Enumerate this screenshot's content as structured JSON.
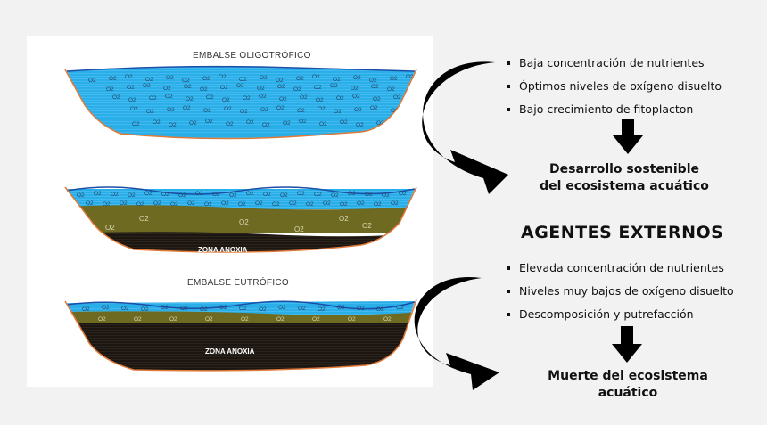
{
  "basins": {
    "oligo_title": "EMBALSE OLIGOTRÓFICO",
    "eutro_title": "EMBALSE EUTRÓFICO",
    "oxygen_label": "O2",
    "anoxic_mid": "ZONA ANOXIA",
    "anoxic_bottom": "ZONA ANOXIA"
  },
  "top_section": {
    "bullets": [
      "Baja concentración de nutrientes",
      "Óptimos niveles de oxígeno disuelto",
      "Bajo crecimiento de fitoplacton"
    ],
    "result": "Desarrollo sostenible\ndel ecosistema acuático"
  },
  "agents_title": "AGENTES EXTERNOS",
  "bottom_section": {
    "bullets": [
      "Elevada concentración de nutrientes",
      "Niveles muy bajos de oxígeno disuelto",
      "Descomposición y putrefacción"
    ],
    "result": "Muerte del ecosistema\nacuático"
  },
  "colors": {
    "water": "#2aaee8",
    "sediment": "#6f6a22",
    "anoxic": "#1a1410",
    "bank": "#e07a3a",
    "arrow": "#000000"
  }
}
